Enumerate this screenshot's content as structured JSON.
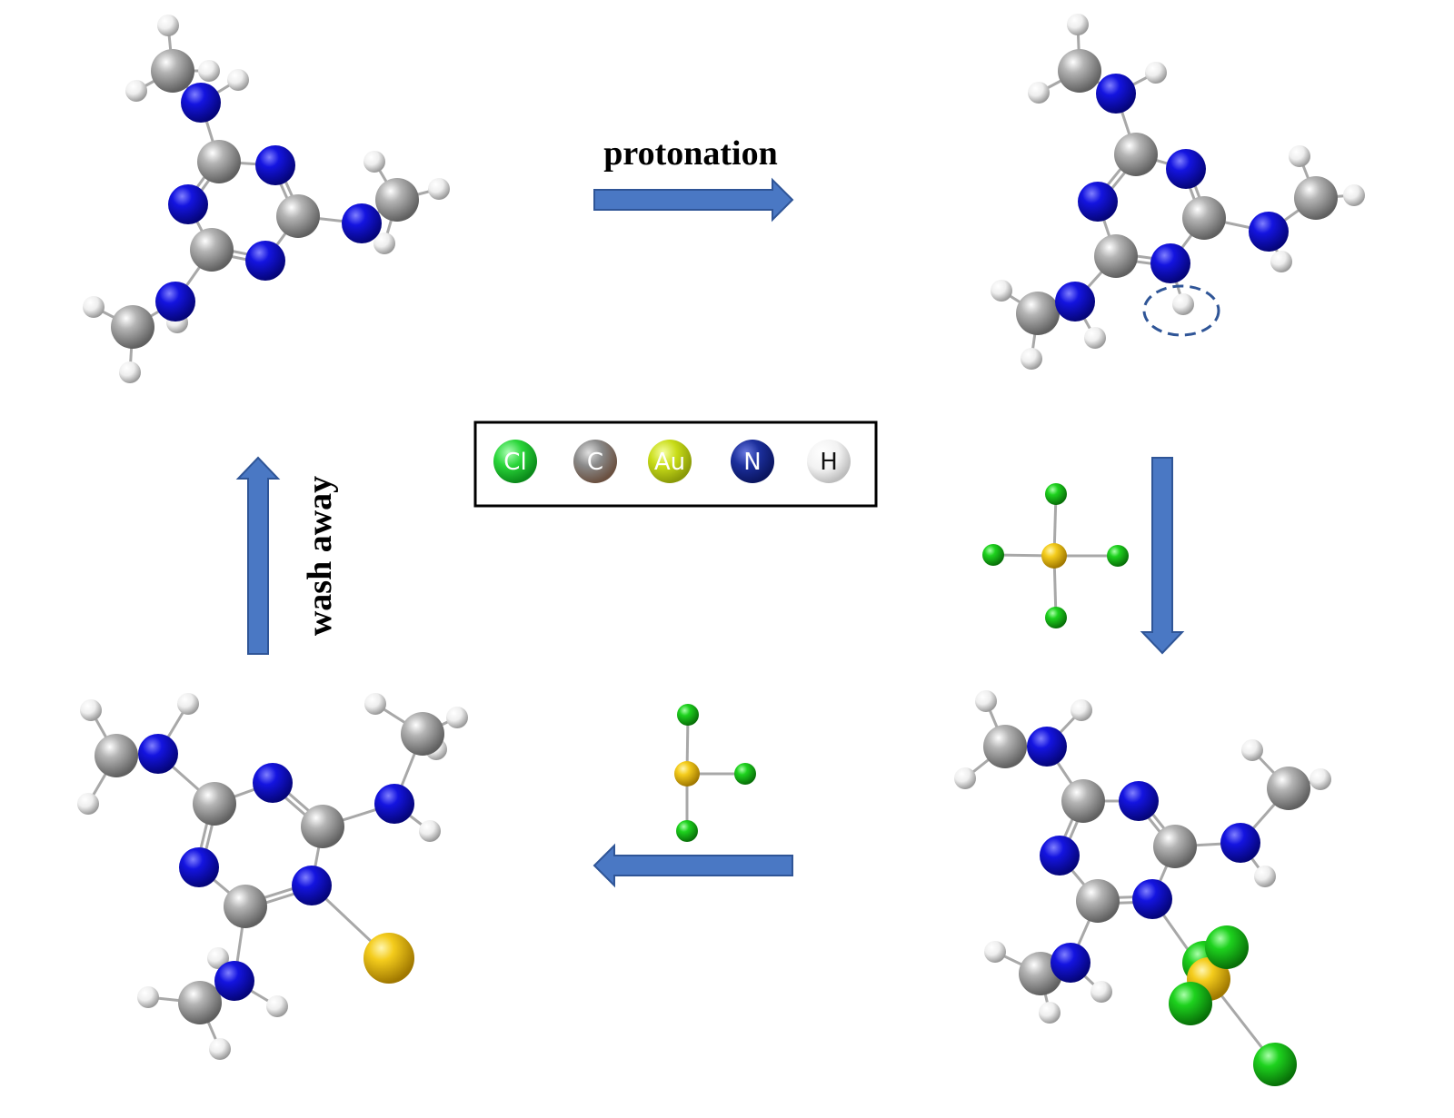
{
  "labels": {
    "protonation": "protonation",
    "wash_away": "wash away"
  },
  "legend": [
    {
      "symbol": "Cl",
      "name": "chlorine",
      "color": "#2ad63a"
    },
    {
      "symbol": "C",
      "name": "carbon",
      "color": "#8a8a8a"
    },
    {
      "symbol": "Au",
      "name": "gold",
      "color": "#c8dc18"
    },
    {
      "symbol": "N",
      "name": "nitrogen",
      "color": "#1c2f9c"
    },
    {
      "symbol": "H",
      "name": "hydrogen",
      "color": "#f2f2f2"
    }
  ],
  "colors": {
    "arrow": "#4a78c4",
    "arrow_stroke": "#2f5597",
    "carbon": "#9a9a9a",
    "nitrogen": "#1010d0",
    "hydrogen": "#f0f0f0",
    "chlorine": "#1ecf1e",
    "gold": "#f0c818",
    "bond": "#a0a0a0"
  },
  "molecule_states": [
    "neutral-melamine-derivative",
    "protonated-molecule",
    "gold-chloride-complex",
    "reduced-gold-adduct"
  ]
}
